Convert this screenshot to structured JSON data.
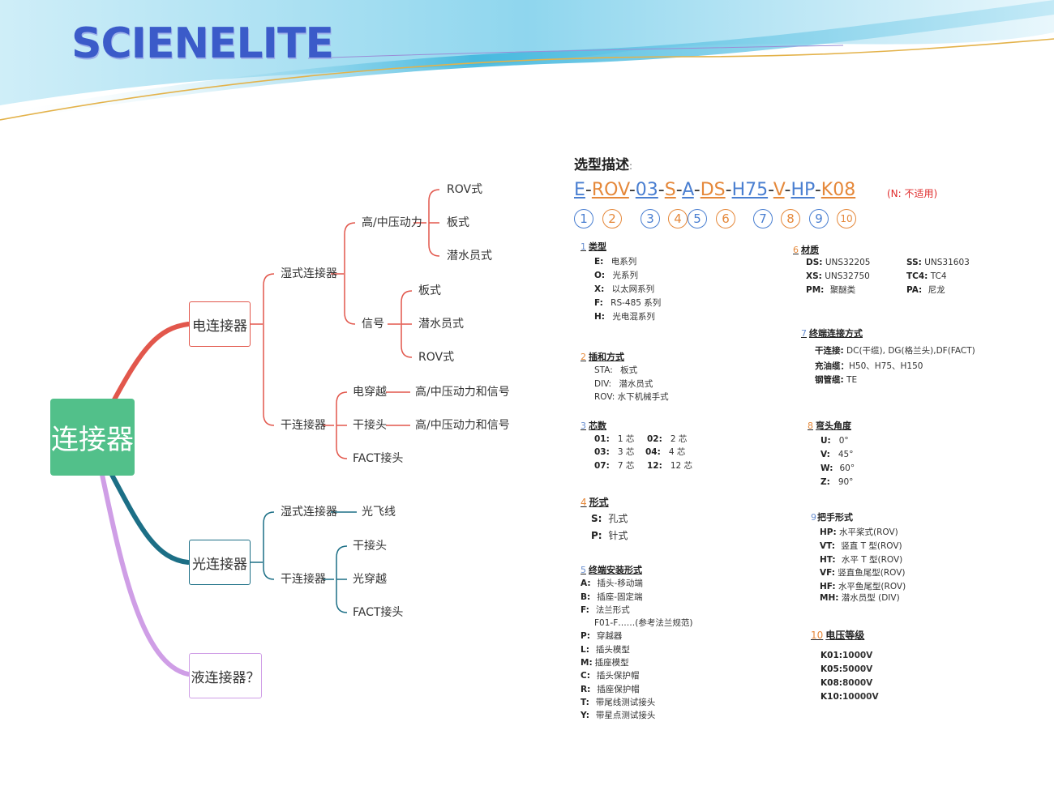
{
  "brand": "SCIENELITE",
  "mindmap": {
    "root": "连接器",
    "electric": {
      "label": "电连接器",
      "wet": {
        "label": "湿式连接器",
        "high": {
          "label": "高/中压动力",
          "items": [
            "ROV式",
            "板式",
            "潜水员式"
          ]
        },
        "signal": {
          "label": "信号",
          "items": [
            "板式",
            "潜水员式",
            "ROV式"
          ]
        }
      },
      "dry": {
        "label": "干连接器",
        "penetrator": {
          "label": "电穿越",
          "item": "高/中压动力和信号"
        },
        "dryplug": {
          "label": "干接头",
          "item": "高/中压动力和信号"
        },
        "fact": "FACT接头"
      }
    },
    "optical": {
      "label": "光连接器",
      "wet": {
        "label": "湿式连接器",
        "item": "光飞线"
      },
      "dry": {
        "label": "干连接器",
        "items": [
          "干接头",
          "光穿越",
          "FACT接头"
        ]
      }
    },
    "liquid": {
      "label": "液连接器？"
    }
  },
  "spec": {
    "title": "选型描述",
    "title_colon": ":",
    "code_parts": [
      "E",
      "ROV",
      "03",
      "S",
      "A",
      "DS",
      "H75",
      "V",
      "HP",
      "K08"
    ],
    "code_sep": "-",
    "na_note": "(N: 不适用)",
    "circles": [
      "1",
      "2",
      "3",
      "4",
      "5",
      "6",
      "7",
      "8",
      "9",
      "10"
    ],
    "sections": {
      "s1": {
        "num": "1",
        "title": "类型",
        "rows": [
          {
            "k": "E:",
            "v": "电系列"
          },
          {
            "k": "O:",
            "v": "光系列"
          },
          {
            "k": "X:",
            "v": "以太网系列"
          },
          {
            "k": "F:",
            "v": "RS-485 系列"
          },
          {
            "k": "H:",
            "v": "光电混系列"
          }
        ]
      },
      "s2": {
        "num": "2",
        "title": "插和方式",
        "rows": [
          {
            "k": "STA:",
            "v": "板式"
          },
          {
            "k": "DIV:",
            "v": "潜水员式"
          },
          {
            "k": "ROV:",
            "v": "水下机械手式"
          }
        ]
      },
      "s3": {
        "num": "3",
        "title": "芯数",
        "rows": [
          {
            "k": "01:",
            "v": "1 芯",
            "k2": "02:",
            "v2": "2 芯"
          },
          {
            "k": "03:",
            "v": "3 芯",
            "k2": "04:",
            "v2": "4 芯"
          },
          {
            "k": "07:",
            "v": "7 芯",
            "k2": "12:",
            "v2": "12 芯"
          }
        ]
      },
      "s4": {
        "num": "4",
        "title": "形式",
        "rows": [
          {
            "k": "S:",
            "v": "孔式"
          },
          {
            "k": "P:",
            "v": "针式"
          }
        ]
      },
      "s5": {
        "num": "5",
        "title": "终端安装形式",
        "rows": [
          {
            "k": "A:",
            "v": "插头-移动端"
          },
          {
            "k": "B:",
            "v": "插座-固定端"
          },
          {
            "k": "F:",
            "v": "法兰形式"
          },
          {
            "k": "",
            "v": "F01-F……(参考法兰规范)"
          },
          {
            "k": "P:",
            "v": "穿越器"
          },
          {
            "k": "L:",
            "v": "插头模型"
          },
          {
            "k": "M:",
            "v": "插座模型"
          },
          {
            "k": "C:",
            "v": "插头保护帽"
          },
          {
            "k": "R:",
            "v": "插座保护帽"
          },
          {
            "k": "T:",
            "v": "带尾线测试接头"
          },
          {
            "k": "Y:",
            "v": "带星点测试接头"
          }
        ]
      },
      "s6": {
        "num": "6",
        "title": "材质",
        "rows": [
          {
            "k": "DS:",
            "v": "UNS32205",
            "k2": "SS:",
            "v2": "UNS31603"
          },
          {
            "k": "XS:",
            "v": "UNS32750",
            "k2": "TC4:",
            "v2": "TC4"
          },
          {
            "k": "PM:",
            "v": "聚醚类",
            "k2": "PA:",
            "v2": "尼龙"
          }
        ]
      },
      "s7": {
        "num": "7",
        "title": "终端连接方式",
        "rows": [
          {
            "k": "干连接:",
            "v": "DC(干缆), DG(格兰头),DF(FACT)"
          },
          {
            "k": "充油缆：",
            "v": "H50、H75、H150"
          },
          {
            "k": "钢管缆:",
            "v": "TE"
          }
        ]
      },
      "s8": {
        "num": "8",
        "title": "弯头角度",
        "rows": [
          {
            "k": "U:",
            "v": "0°"
          },
          {
            "k": "V:",
            "v": "45°"
          },
          {
            "k": "W:",
            "v": "60°"
          },
          {
            "k": "Z:",
            "v": "90°"
          }
        ]
      },
      "s9": {
        "num": "9",
        "title": "把手形式",
        "rows": [
          {
            "k": "HP:",
            "v": "水平桨式(ROV)"
          },
          {
            "k": "VT:",
            "v": "竖直 T 型(ROV)"
          },
          {
            "k": "HT:",
            "v": "水平 T 型(ROV)"
          },
          {
            "k": "VF:",
            "v": "竖直鱼尾型(ROV)"
          },
          {
            "k": "HF:",
            "v": "水平鱼尾型(ROV)"
          },
          {
            "k": "MH:",
            "v": "潜水员型 (DIV)"
          }
        ]
      },
      "s10": {
        "num": "10",
        "title": "电压等级",
        "rows": [
          {
            "k": "K01:",
            "v": "1000V"
          },
          {
            "k": "K05:",
            "v": "5000V"
          },
          {
            "k": "K08:",
            "v": "8000V"
          },
          {
            "k": "K10:",
            "v": "10000V"
          }
        ]
      }
    }
  },
  "colors": {
    "electric": "#e2574c",
    "optical": "#1c6f86",
    "liquid": "#cf9ee6",
    "root": "#52c08a",
    "code_blue": "#4a7fd1",
    "code_orange": "#e5883a",
    "na_red": "#e02b2b"
  }
}
